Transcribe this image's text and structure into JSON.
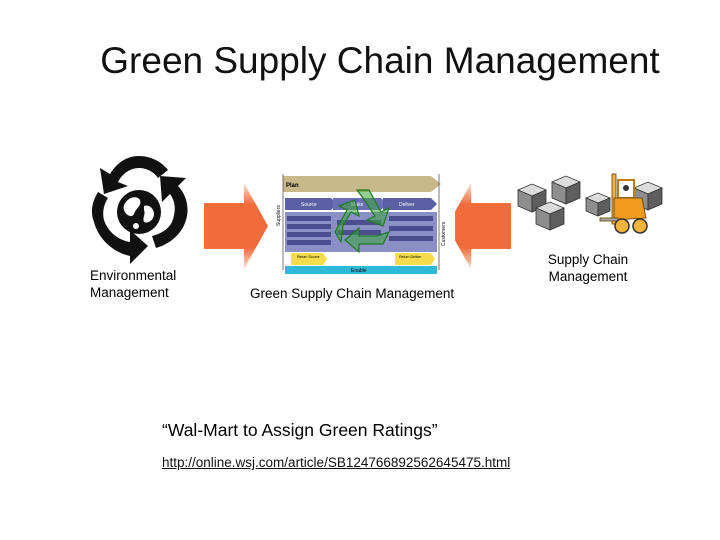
{
  "slide": {
    "title": "Green Supply Chain Management",
    "left_label_line1": "Environmental",
    "left_label_line2": "Management",
    "center_caption": "Green Supply Chain Management",
    "right_label_line1": "Supply Chain",
    "right_label_line2": "Management",
    "quote": "“Wal-Mart to Assign Green Ratings”",
    "link_text": "http://online.wsj.com/article/SB124766892562645475.html"
  },
  "diagram": {
    "plan_label": "Plan",
    "suppliers_label": "Suppliers",
    "customers_label": "Customers",
    "source_label": "Source",
    "make_label": "Make",
    "deliver_label": "Deliver",
    "return_source_label": "Return Source",
    "return_deliver_label": "Return Deliver",
    "enable_label": "Enable"
  },
  "colors": {
    "arrow_fill": "#f26b3a",
    "arrow_edge": "#ffd9c2",
    "recycle_green": "#3aa63a",
    "diagram_purple": "#5b5fa3",
    "enable_bar": "#2fb9d8",
    "return_yellow": "#f5dc4a",
    "forklift_orange": "#f39a1e"
  },
  "icons": {
    "left": "recycle-earth-icon",
    "right": "forklift-boxes-icon",
    "overlay": "recycle-arrows-icon"
  }
}
